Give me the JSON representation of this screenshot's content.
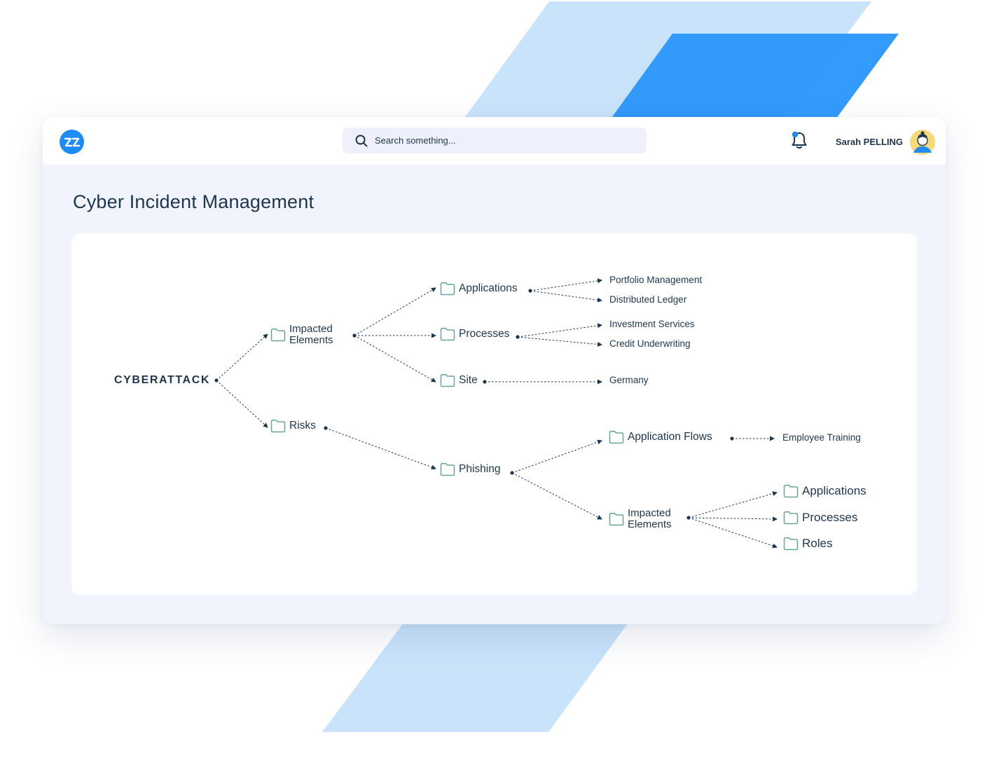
{
  "brand": {
    "logo_icon": "zz-logo-icon",
    "accent": "#1e8cf5"
  },
  "search": {
    "placeholder": "Search something..."
  },
  "header": {
    "user_name": "Sarah PELLING",
    "notification_icon": "bell-icon"
  },
  "page": {
    "title": "Cyber Incident Management"
  },
  "tree": {
    "root": "CYBERATTACK",
    "impacted_elements": "Impacted Elements",
    "risks": "Risks",
    "applications": "Applications",
    "processes": "Processes",
    "site": "Site",
    "phishing": "Phishing",
    "portfolio_management": "Portfolio Management",
    "distributed_ledger": "Distributed Ledger",
    "investment_services": "Investment Services",
    "credit_underwriting": "Credit Underwriting",
    "germany": "Germany",
    "application_flows": "Application Flows",
    "employee_training": "Employee Training",
    "phishing_impacted_elements": "Impacted Elements",
    "phishing_applications": "Applications",
    "phishing_processes": "Processes",
    "phishing_roles": "Roles"
  }
}
